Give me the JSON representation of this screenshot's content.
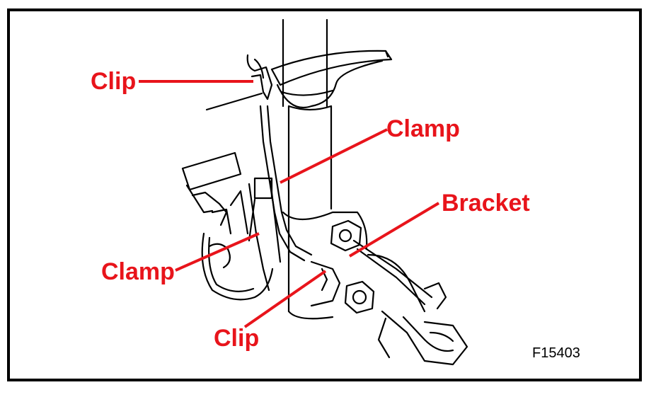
{
  "colors": {
    "label": "#e8141b",
    "line": "#e8141b",
    "ink": "#000000",
    "frame": "#000000"
  },
  "labels": {
    "clip_top": "Clip",
    "clamp_upper": "Clamp",
    "bracket": "Bracket",
    "clamp_lower": "Clamp",
    "clip_bottom": "Clip"
  },
  "figure_code": "F15403"
}
